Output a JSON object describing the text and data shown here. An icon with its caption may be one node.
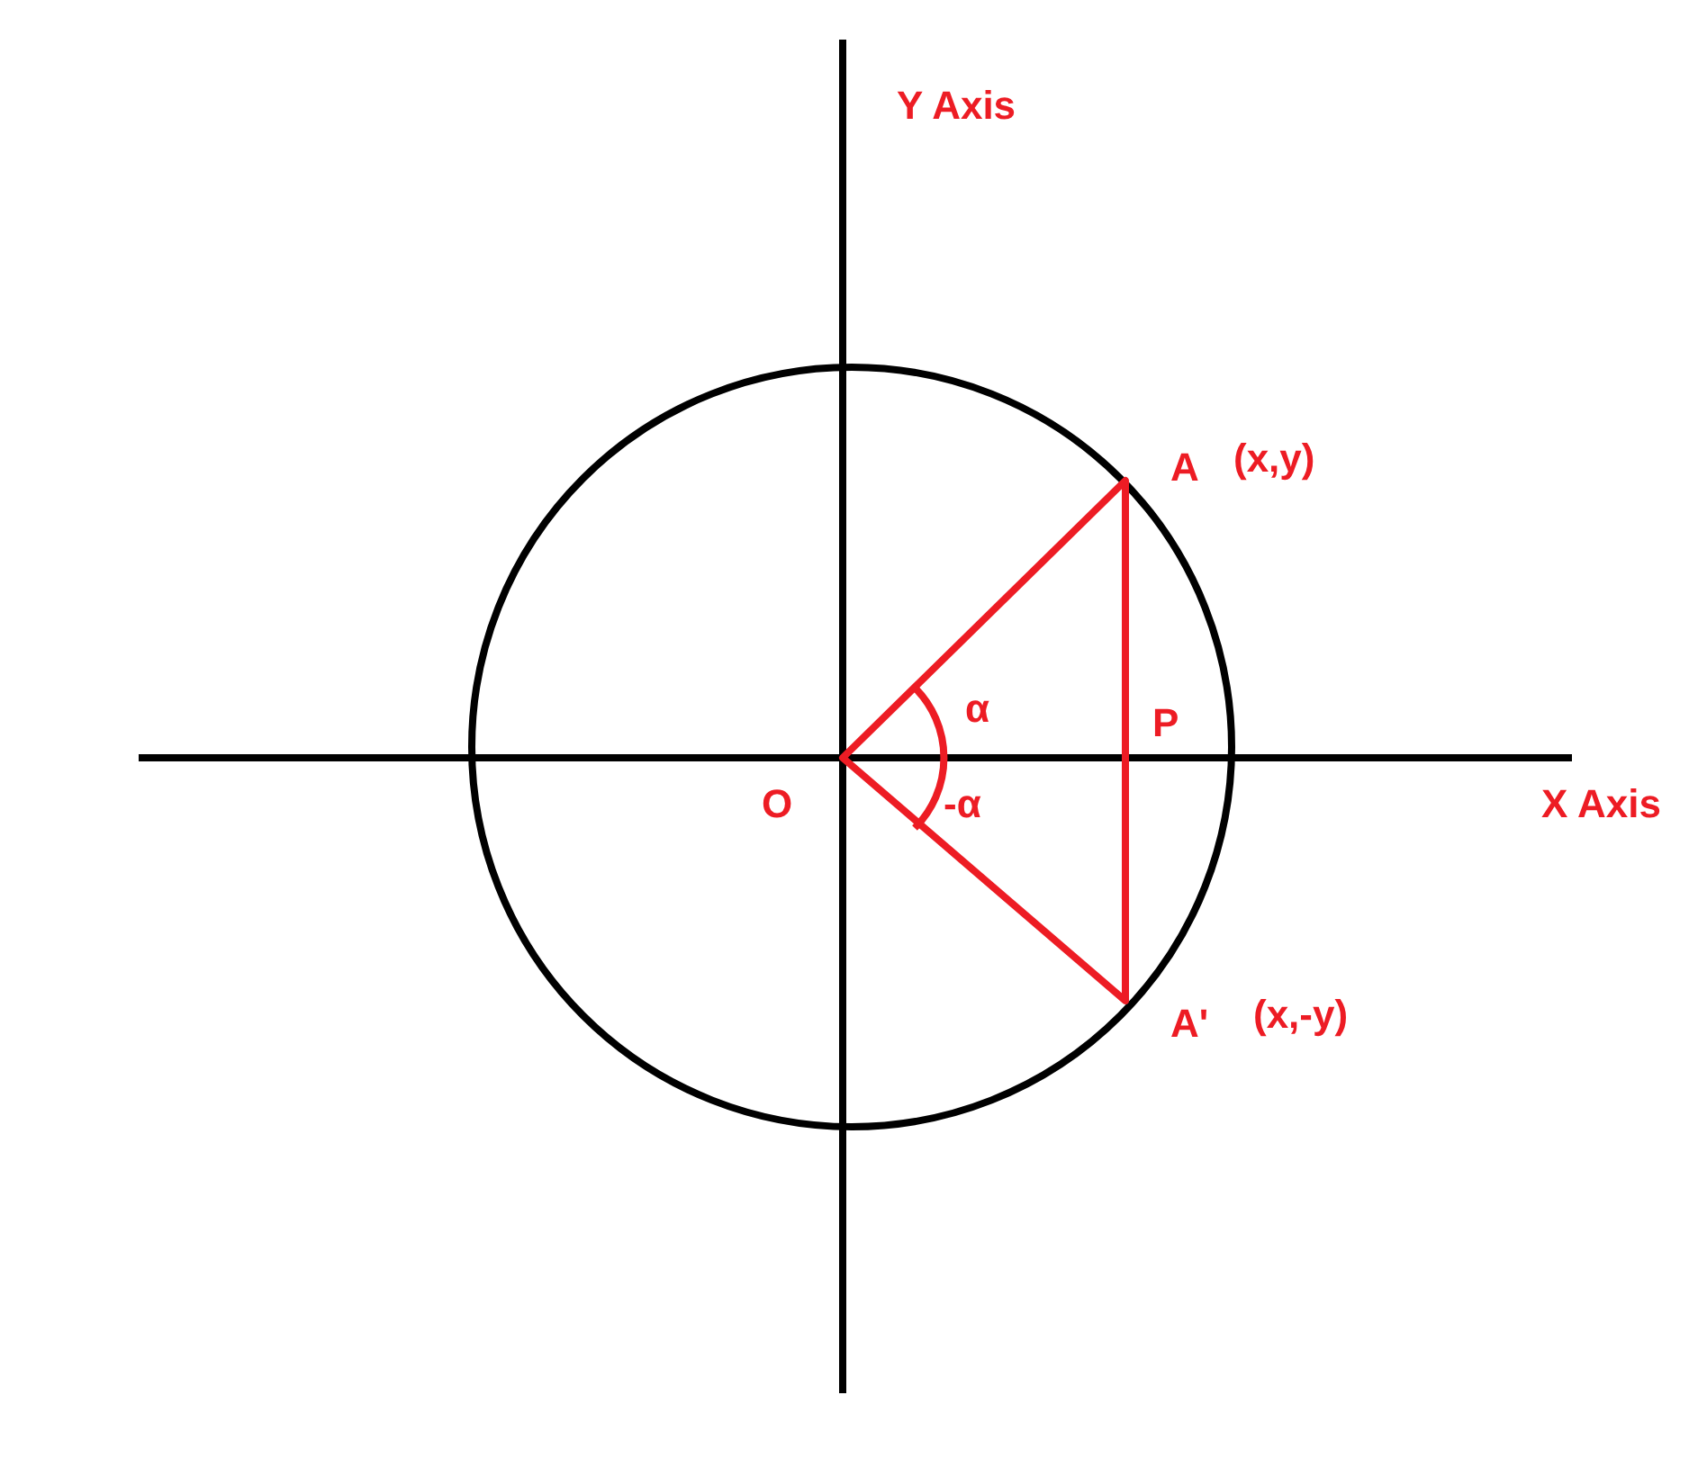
{
  "diagram": {
    "labels": [
      "Y Axis",
      "A",
      "(x,y)",
      "α",
      "P",
      "O",
      "-α",
      "X Axis",
      "A'",
      "(x,-y)"
    ]
  }
}
